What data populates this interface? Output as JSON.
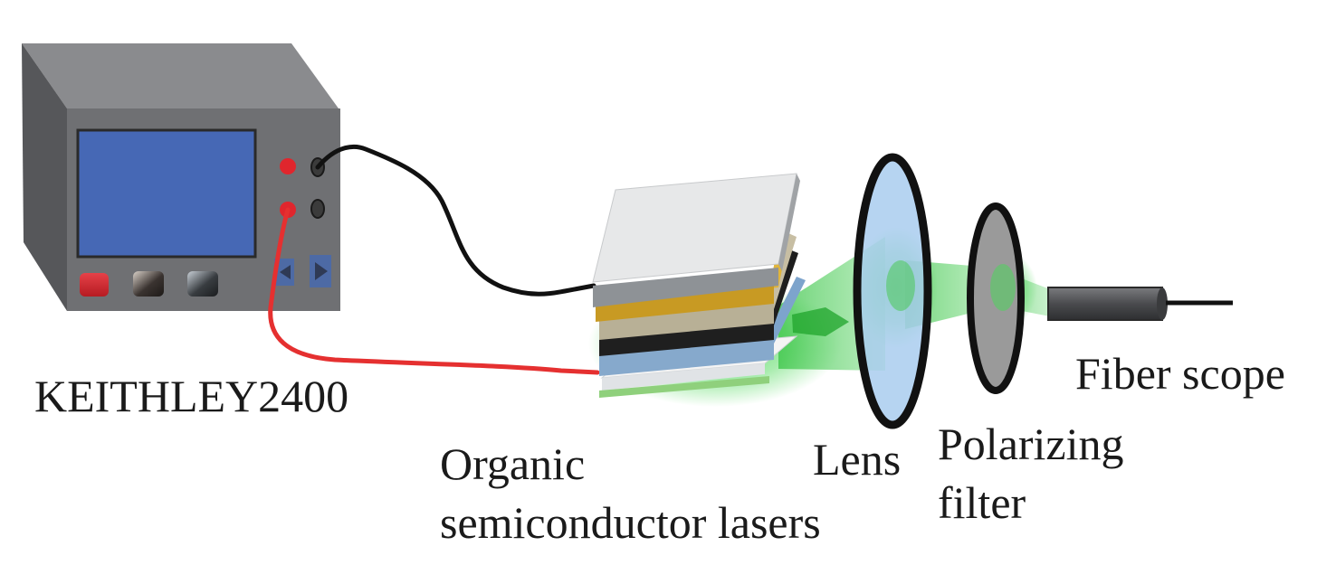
{
  "labels": {
    "keithley": "KEITHLEY2400",
    "device_line1": "Organic",
    "device_line2": "semiconductor lasers",
    "lens": "Lens",
    "polarizer_line1": "Polarizing",
    "polarizer_line2": "filter",
    "fiber": "Fiber scope"
  },
  "colors": {
    "instrument_body": "#6f7073",
    "instrument_screen": "#4668b5",
    "red_terminal": "#e0262d",
    "black_terminal": "#3b3b3b",
    "red_wire": "#e53030",
    "black_wire": "#111111",
    "laser_glow": "#2fc43a",
    "lens_fill": "#a9cdef",
    "filter_fill": "#9a9a9a",
    "fiber": "#4c4d50"
  },
  "icons": {
    "source_meter": "keithley-source-meter-icon",
    "device_stack": "oled-layer-stack-icon",
    "lens": "lens-icon",
    "filter": "polarizer-icon",
    "fiber": "fiber-probe-icon"
  }
}
